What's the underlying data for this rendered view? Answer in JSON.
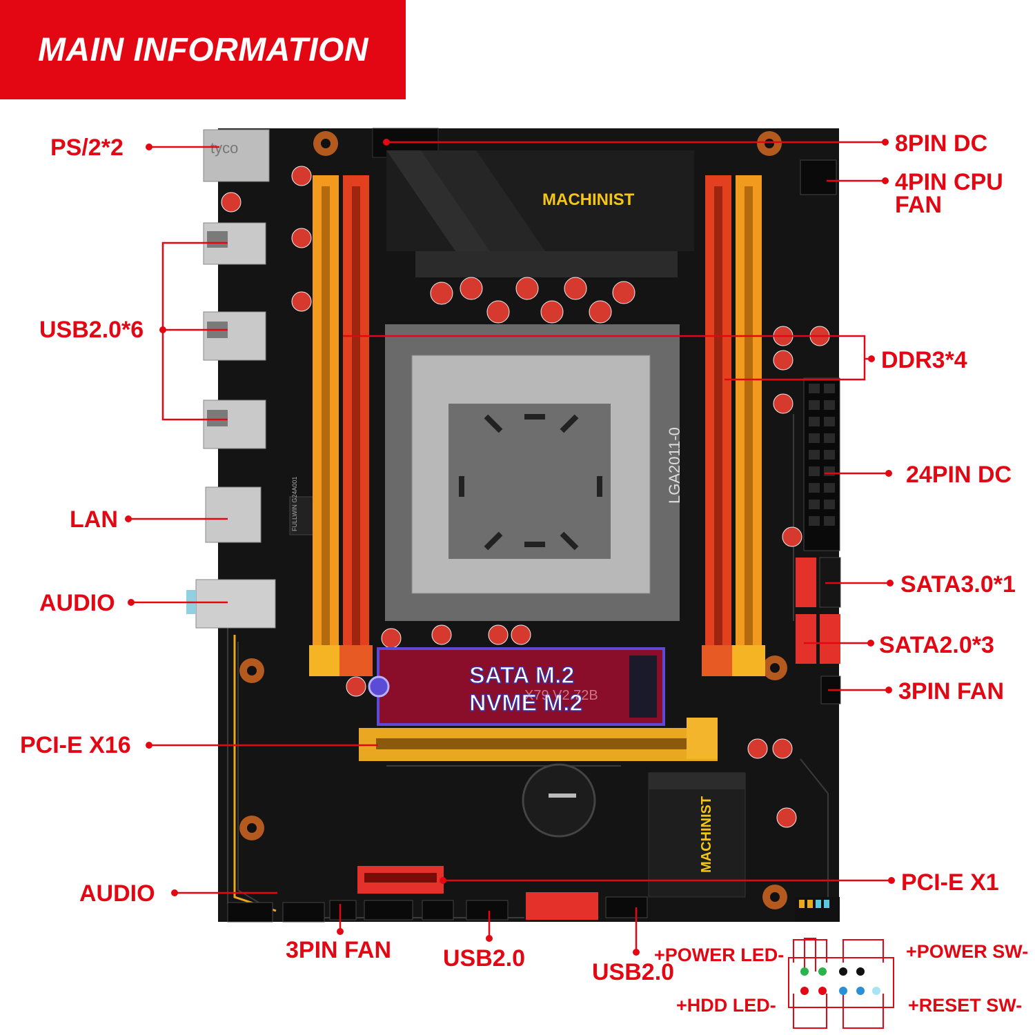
{
  "banner": {
    "title": "MAIN INFORMATION"
  },
  "labels": {
    "ps2": "PS/2*2",
    "usb20x6": "USB2.0*6",
    "lan": "LAN",
    "audio_rear": "AUDIO",
    "pcie_x16": "PCI-E X16",
    "audio_front": "AUDIO",
    "fan3_bottom": "3PIN FAN",
    "usb20_a": "USB2.0",
    "usb20_b": "USB2.0",
    "pin8_dc": "8PIN DC",
    "cpu_fan_line1": "4PIN CPU",
    "cpu_fan_line2": "FAN",
    "ddr3x4": "DDR3*4",
    "pin24_dc": "24PIN DC",
    "sata3x1": "SATA3.0*1",
    "sata2x3": "SATA2.0*3",
    "fan3_right": "3PIN FAN",
    "pcie_x1": "PCI-E X1"
  },
  "panel": {
    "power_led": "+POWER LED-",
    "power_sw": "+POWER SW-",
    "hdd_led": "+HDD LED-",
    "reset_sw": "+RESET SW-"
  },
  "board": {
    "brand_top": "MACHINIST",
    "brand_chipset": "MACHINIST",
    "socket_text": "LGA2011-0",
    "m2_sata": "SATA M.2",
    "m2_nvme": "NVME M.2",
    "board_model": "X79 V2.72B",
    "ps2_brand": "tyco",
    "lan_chip": "FULLWIN G24A001"
  },
  "colors": {
    "accent_red": "#e30613",
    "board_black": "#111111",
    "dimm_orange": "#f29a1d",
    "dimm_red": "#e2401f",
    "pcie_yellow": "#e9a722",
    "m2_overlay": "#9b0d2d",
    "m2_border": "#5b4bd6"
  }
}
